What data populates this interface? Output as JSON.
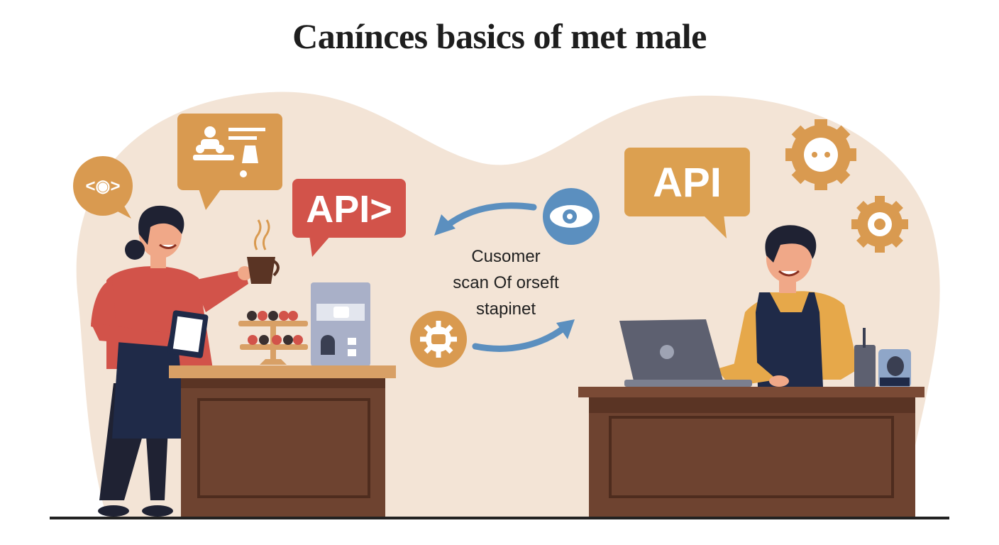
{
  "title": "Canínces basics of met male",
  "center_caption": {
    "line1": "Cusomer",
    "line2": "scan Of orseft",
    "line3": "stapinet"
  },
  "bubbles": {
    "left_api": "API>",
    "right_api": "API",
    "code": "<◉>"
  },
  "colors": {
    "background_blob": "#f3e4d6",
    "orange": "#d99a50",
    "red": "#d2534a",
    "blue": "#5b8fbf",
    "wood": "#6e4330",
    "counter_top": "#d8a066"
  }
}
